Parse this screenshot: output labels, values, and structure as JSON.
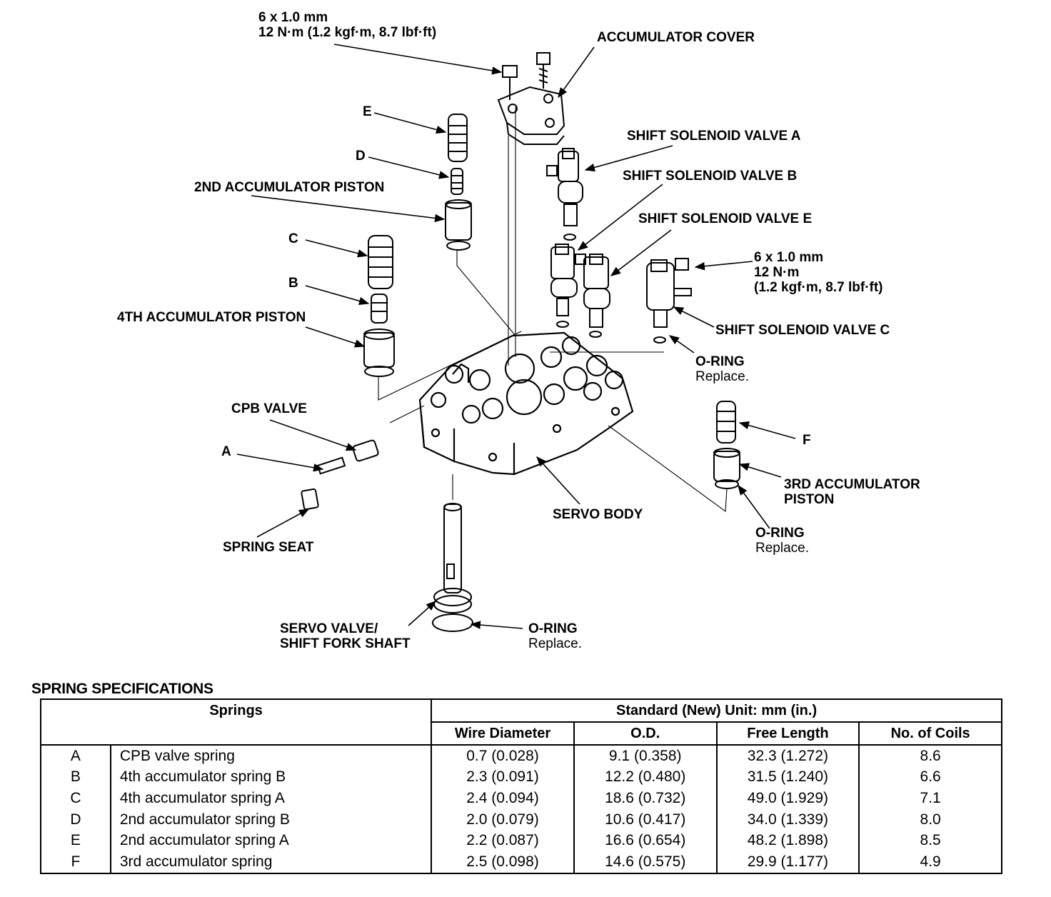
{
  "labels": {
    "bolt_top_size": "6 x 1.0 mm",
    "bolt_top_torque": "12 N·m (1.2 kgf·m, 8.7 lbf·ft)",
    "accumulator_cover": "ACCUMULATOR COVER",
    "e": "E",
    "d": "D",
    "second_accumulator_piston": "2ND ACCUMULATOR PISTON",
    "c": "C",
    "b": "B",
    "fourth_accumulator_piston": "4TH ACCUMULATOR PISTON",
    "cpb_valve": "CPB VALVE",
    "a": "A",
    "spring_seat": "SPRING SEAT",
    "shift_solenoid_a": "SHIFT SOLENOID VALVE A",
    "shift_solenoid_b": "SHIFT SOLENOID VALVE B",
    "shift_solenoid_e": "SHIFT SOLENOID VALVE E",
    "bolt_right_size": "6 x 1.0 mm",
    "bolt_right_torque1": "12 N·m",
    "bolt_right_torque2": "(1.2 kgf·m, 8.7 lbf·ft)",
    "shift_solenoid_c": "SHIFT SOLENOID VALVE C",
    "oring_right": "O-RING",
    "oring_right_note": "Replace.",
    "f": "F",
    "third_accumulator_piston_1": "3RD ACCUMULATOR",
    "third_accumulator_piston_2": "PISTON",
    "oring_third": "O-RING",
    "oring_third_note": "Replace.",
    "servo_body": "SERVO BODY",
    "servo_valve_1": "SERVO VALVE/",
    "servo_valve_2": "SHIFT FORK SHAFT",
    "oring_servo": "O-RING",
    "oring_servo_note": "Replace."
  },
  "spec": {
    "title": "SPRING SPECIFICATIONS",
    "springs_header": "Springs",
    "standard_header": "Standard (New) Unit: mm (in.)",
    "columns": [
      "Wire Diameter",
      "O.D.",
      "Free Length",
      "No. of Coils"
    ],
    "rows": [
      {
        "id": "A",
        "name": "CPB valve spring",
        "wire": "0.7 (0.028)",
        "od": "9.1 (0.358)",
        "length": "32.3 (1.272)",
        "coils": "8.6"
      },
      {
        "id": "B",
        "name": "4th accumulator spring B",
        "wire": "2.3 (0.091)",
        "od": "12.2 (0.480)",
        "length": "31.5 (1.240)",
        "coils": "6.6"
      },
      {
        "id": "C",
        "name": "4th accumulator spring A",
        "wire": "2.4 (0.094)",
        "od": "18.6 (0.732)",
        "length": "49.0 (1.929)",
        "coils": "7.1"
      },
      {
        "id": "D",
        "name": "2nd accumulator spring B",
        "wire": "2.0 (0.079)",
        "od": "10.6 (0.417)",
        "length": "34.0 (1.339)",
        "coils": "8.0"
      },
      {
        "id": "E",
        "name": "2nd accumulator spring A",
        "wire": "2.2 (0.087)",
        "od": "16.6 (0.654)",
        "length": "48.2 (1.898)",
        "coils": "8.5"
      },
      {
        "id": "F",
        "name": "3rd accumulator spring",
        "wire": "2.5 (0.098)",
        "od": "14.6 (0.575)",
        "length": "29.9 (1.177)",
        "coils": "4.9"
      }
    ]
  }
}
